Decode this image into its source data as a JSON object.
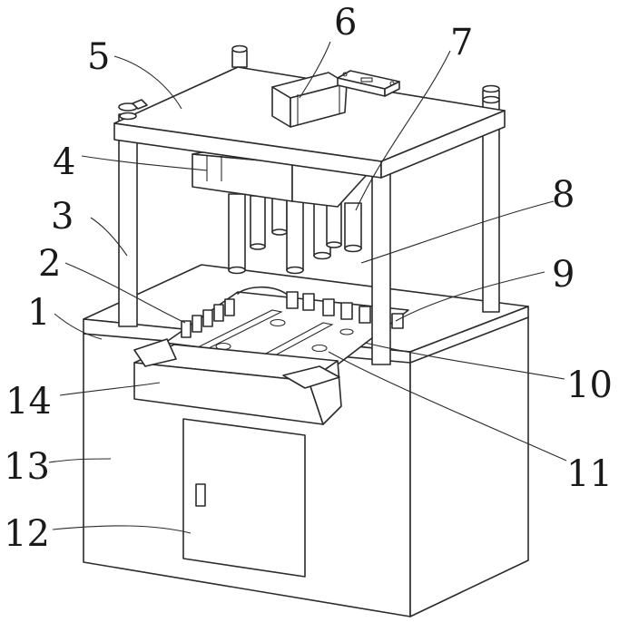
{
  "figure": {
    "callouts": [
      {
        "id": "c1",
        "text": "1"
      },
      {
        "id": "c2",
        "text": "2"
      },
      {
        "id": "c3",
        "text": "3"
      },
      {
        "id": "c4",
        "text": "4"
      },
      {
        "id": "c5",
        "text": "5"
      },
      {
        "id": "c6",
        "text": "6"
      },
      {
        "id": "c7",
        "text": "7"
      },
      {
        "id": "c8",
        "text": "8"
      },
      {
        "id": "c9",
        "text": "9"
      },
      {
        "id": "c10",
        "text": "10"
      },
      {
        "id": "c11",
        "text": "11"
      },
      {
        "id": "c12",
        "text": "12"
      },
      {
        "id": "c13",
        "text": "13"
      },
      {
        "id": "c14",
        "text": "14"
      }
    ]
  }
}
